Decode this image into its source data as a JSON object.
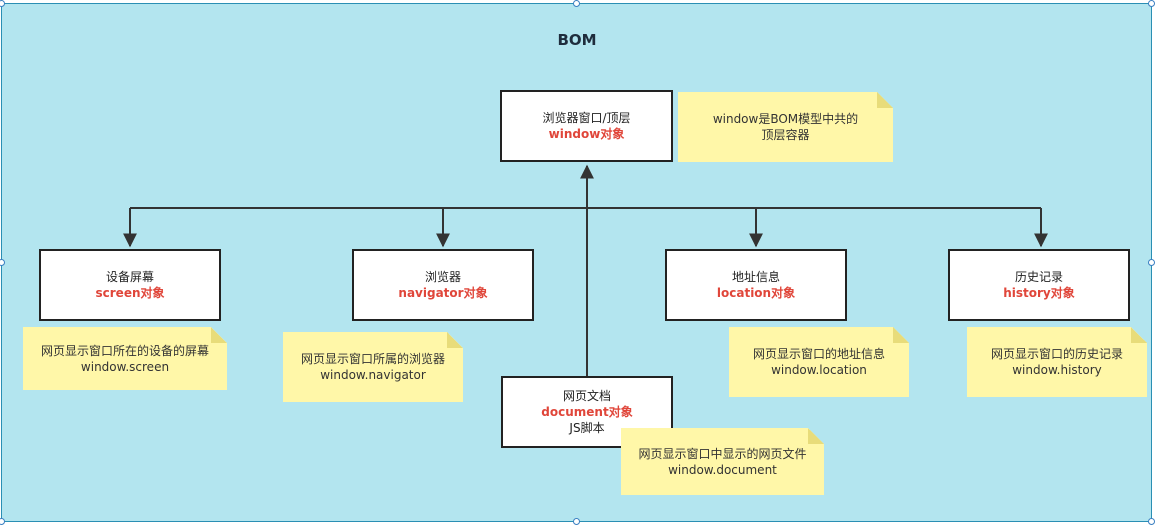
{
  "diagram": {
    "title": "BOM",
    "root": {
      "line1": "浏览器窗口/顶层",
      "name": "window对象"
    },
    "root_note": {
      "line1": "window是BOM模型中共的",
      "line2": "顶层容器"
    },
    "children": [
      {
        "key": "screen",
        "line1": "设备屏幕",
        "name": "screen对象",
        "note_line1": "网页显示窗口所在的设备的屏幕",
        "note_line2": "window.screen"
      },
      {
        "key": "navigator",
        "line1": "浏览器",
        "name": "navigator对象",
        "note_line1": "网页显示窗口所属的浏览器",
        "note_line2": "window.navigator"
      },
      {
        "key": "location",
        "line1": "地址信息",
        "name": "location对象",
        "note_line1": "网页显示窗口的地址信息",
        "note_line2": "window.location"
      },
      {
        "key": "history",
        "line1": "历史记录",
        "name": "history对象",
        "note_line1": "网页显示窗口的历史记录",
        "note_line2": "window.history"
      }
    ],
    "document": {
      "line1": "网页文档",
      "name": "document对象",
      "line3": "JS脚本",
      "note_line1": "网页显示窗口中显示的网页文件",
      "note_line2": "window.document"
    }
  },
  "colors": {
    "background": "#b3e5ef",
    "highlight": "#e0463a",
    "note": "#fff7a8",
    "line": "#333333"
  }
}
